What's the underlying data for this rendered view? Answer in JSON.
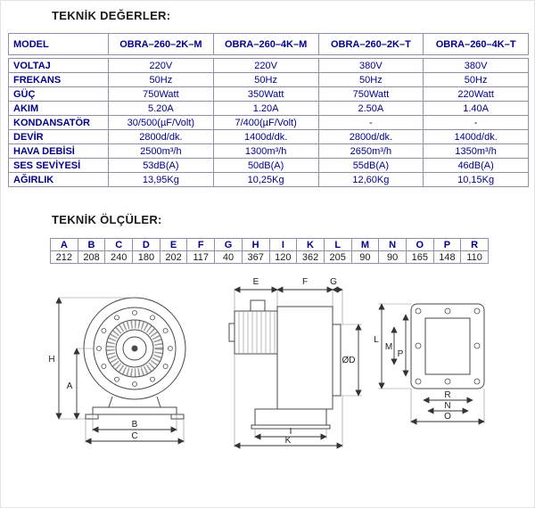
{
  "sections": {
    "values_title": "TEKNİK DEĞERLER:",
    "dims_title": "TEKNİK ÖLÇÜLER:"
  },
  "colors": {
    "table_text": "#00008b",
    "table_border": "#8f8fa8",
    "drawing_line": "#4a4a4a"
  },
  "spec_table": {
    "header": [
      "MODEL",
      "OBRA–260–2K–M",
      "OBRA–260–4K–M",
      "OBRA–260–2K–T",
      "OBRA–260–4K–T"
    ],
    "rows": [
      {
        "label": "VOLTAJ",
        "values": [
          "220V",
          "220V",
          "380V",
          "380V"
        ]
      },
      {
        "label": "FREKANS",
        "values": [
          "50Hz",
          "50Hz",
          "50Hz",
          "50Hz"
        ]
      },
      {
        "label": "GÜÇ",
        "values": [
          "750Watt",
          "350Watt",
          "750Watt",
          "220Watt"
        ]
      },
      {
        "label": "AKIM",
        "values": [
          "5.20A",
          "1.20A",
          "2.50A",
          "1.40A"
        ]
      },
      {
        "label": "KONDANSATÖR",
        "values": [
          "30/500(µF/Volt)",
          "7/400(µF/Volt)",
          "-",
          "-"
        ]
      },
      {
        "label": "DEVİR",
        "values": [
          "2800d/dk.",
          "1400d/dk.",
          "2800d/dk.",
          "1400d/dk."
        ]
      },
      {
        "label": "HAVA DEBİSİ",
        "values": [
          "2500m³/h",
          "1300m³/h",
          "2650m³/h",
          "1350m³/h"
        ]
      },
      {
        "label": "SES SEVİYESİ",
        "values": [
          "53dB(A)",
          "50dB(A)",
          "55dB(A)",
          "46dB(A)"
        ]
      },
      {
        "label": "AĞIRLIK",
        "values": [
          "13,95Kg",
          "10,25Kg",
          "12,60Kg",
          "10,15Kg"
        ]
      }
    ]
  },
  "dim_table": {
    "headers": [
      "A",
      "B",
      "C",
      "D",
      "E",
      "F",
      "G",
      "H",
      "I",
      "K",
      "L",
      "M",
      "N",
      "O",
      "P",
      "R"
    ],
    "values": [
      "212",
      "208",
      "240",
      "180",
      "202",
      "117",
      "40",
      "367",
      "120",
      "362",
      "205",
      "90",
      "90",
      "165",
      "148",
      "110"
    ]
  },
  "drawings": {
    "side_view": {
      "labels": {
        "H": "H",
        "A": "A",
        "B": "B",
        "C": "C"
      }
    },
    "front_view": {
      "labels": {
        "E": "E",
        "F": "F",
        "G": "G",
        "OD": "ØD",
        "I": "I",
        "K": "K"
      }
    },
    "flange_view": {
      "labels": {
        "L": "L",
        "M": "M",
        "P": "P",
        "R": "R",
        "N": "N",
        "O": "O"
      }
    }
  }
}
